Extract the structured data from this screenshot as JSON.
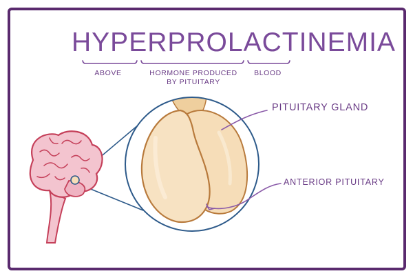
{
  "title": "Hyperprolactinemia",
  "segments": {
    "above": "Above",
    "hormone_line1": "Hormone produced",
    "hormone_line2": "by pituitary",
    "blood": "Blood"
  },
  "labels": {
    "pituitary_gland": "Pituitary gland",
    "anterior_pituitary": "Anterior pituitary"
  },
  "colors": {
    "frame": "#5a2a6e",
    "text": "#6a3c86",
    "brain_outline": "#c5405a",
    "brain_fill": "#f3c4cf",
    "gland_fill": "#f6ddb8",
    "gland_outline": "#b87a3c",
    "zoom_circle": "#2d5a8a"
  }
}
